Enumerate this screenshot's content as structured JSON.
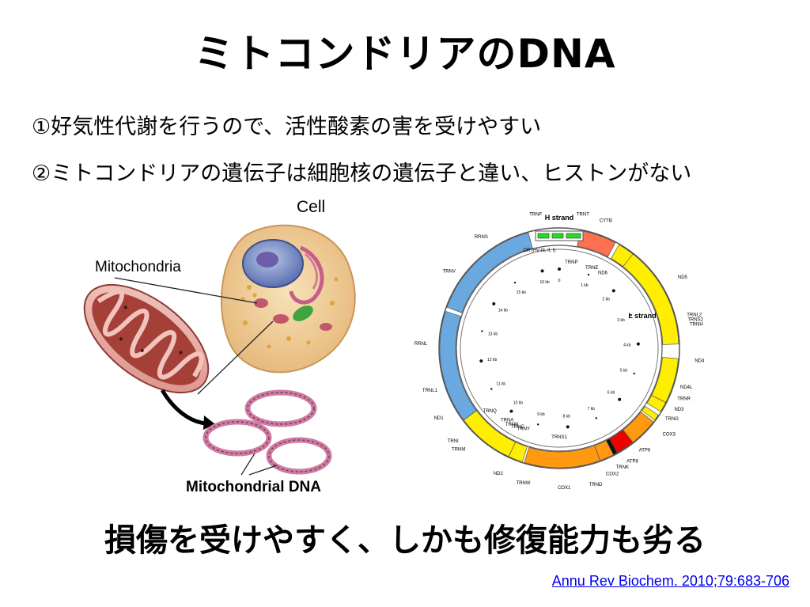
{
  "slide": {
    "title": "ミトコンドリアのDNA",
    "points": [
      "①好気性代謝を行うので、活性酸素の害を受けやすい",
      "②ミトコンドリアの遺伝子は細胞核の遺伝子と違い、ヒストンがない"
    ],
    "conclusion": "損傷を受けやすく、しかも修復能力も劣る",
    "citation": "Annu Rev Biochem. 2010;79:683-706"
  },
  "cell_figure": {
    "cell_label": "Cell",
    "mito_label": "Mitochondria",
    "dna_label": "Mitochondrial  DNA"
  },
  "mtdna_map": {
    "h_strand_label": "H strand",
    "l_strand_label": "L strand",
    "control_region_label": "CR (HV-III, II, I)",
    "kb_labels": [
      "0",
      "1 kb",
      "2 kb",
      "3 kb",
      "4 kb",
      "5 kb",
      "6 kb",
      "7 kb",
      "8 kb",
      "9 kb",
      "10 kb",
      "11 kb",
      "12 kb",
      "13 kb",
      "14 kb",
      "15 kb",
      "16 kb"
    ],
    "genes": [
      "TRNF",
      "RRNS",
      "TRNV",
      "RRNL",
      "TRNL1",
      "ND1",
      "TRNI",
      "TRNM",
      "TRNQ",
      "ND2",
      "TRNW",
      "TRNA",
      "TRNN",
      "TRNC",
      "TRNY",
      "COX1",
      "TRNS1",
      "TRND",
      "COX2",
      "TRNK",
      "ATP8",
      "ATP6",
      "COX3",
      "TRNG",
      "ND3",
      "TRNR",
      "ND4L",
      "ND4",
      "TRNH",
      "TRNS2",
      "TRNL2",
      "ND5",
      "ND6",
      "TRNE",
      "CYTB",
      "TRNT",
      "TRNP"
    ],
    "colors": {
      "rRNA": "#6aa9e0",
      "complex_I": "#ffee00",
      "complex_IV": "#ff9a10",
      "cytb": "#ff7050",
      "atp": "#ee0000",
      "control_green": "#22dd22"
    }
  }
}
